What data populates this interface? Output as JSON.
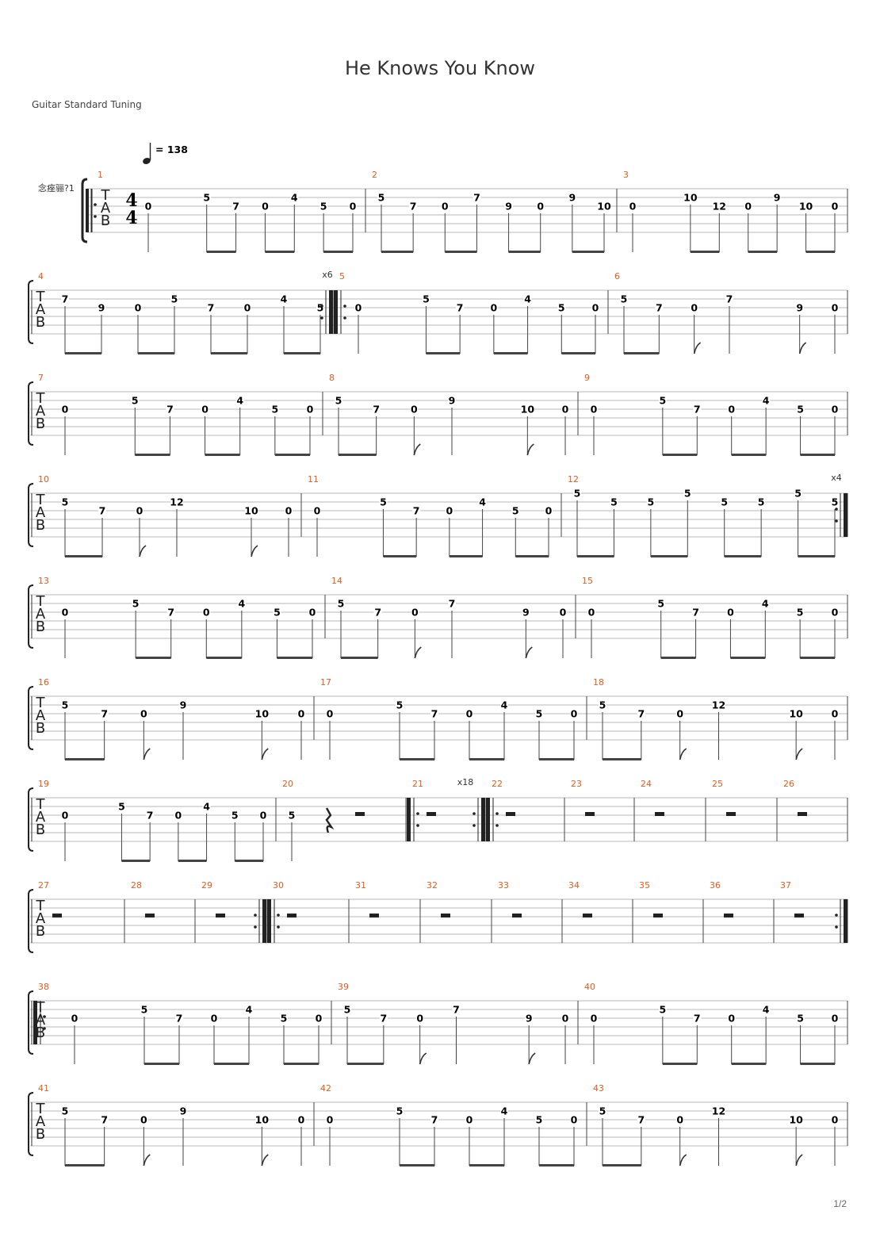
{
  "song": {
    "title": "He Knows You Know",
    "tuning": "Guitar Standard Tuning"
  },
  "tempo": {
    "bpm": "138",
    "label": "= 138"
  },
  "track_name": "念痤骊?1",
  "time_signature": {
    "top": "4",
    "bottom": "4"
  },
  "page_label": "1/2",
  "tab_letters": [
    "T",
    "A",
    "B"
  ],
  "measures": [
    {
      "n": "1",
      "notes": [
        [
          "0",
          3,
          "q"
        ],
        [
          "5",
          2,
          "e"
        ],
        [
          "7",
          3,
          "e"
        ],
        [
          "0",
          3,
          "e"
        ],
        [
          "4",
          2,
          "e"
        ],
        [
          "5",
          3,
          "e"
        ],
        [
          "0",
          3,
          "e"
        ]
      ]
    },
    {
      "n": "2",
      "notes": [
        [
          "5",
          2,
          "e"
        ],
        [
          "7",
          3,
          "e"
        ],
        [
          "0",
          3,
          "e"
        ],
        [
          "7",
          2,
          "e"
        ],
        [
          "9",
          3,
          "e"
        ],
        [
          "0",
          3,
          "e"
        ],
        [
          "9",
          2,
          "e"
        ],
        [
          "10",
          3,
          "e"
        ]
      ]
    },
    {
      "n": "3",
      "notes": [
        [
          "0",
          3,
          "q"
        ],
        [
          "10",
          2,
          "e"
        ],
        [
          "12",
          3,
          "e"
        ],
        [
          "0",
          3,
          "e"
        ],
        [
          "9",
          2,
          "e"
        ],
        [
          "10",
          3,
          "e"
        ],
        [
          "0",
          3,
          "e"
        ]
      ]
    },
    {
      "n": "4",
      "notes": [
        [
          "7",
          2,
          "e"
        ],
        [
          "9",
          3,
          "e"
        ],
        [
          "0",
          3,
          "e"
        ],
        [
          "5",
          2,
          "e"
        ],
        [
          "7",
          3,
          "e"
        ],
        [
          "0",
          3,
          "e"
        ],
        [
          "4",
          2,
          "e"
        ],
        [
          "5",
          3,
          "e"
        ]
      ]
    },
    {
      "n": "5",
      "notes": [
        [
          "0",
          3,
          "q"
        ],
        [
          "5",
          2,
          "e"
        ],
        [
          "7",
          3,
          "e"
        ],
        [
          "0",
          3,
          "e"
        ],
        [
          "4",
          2,
          "e"
        ],
        [
          "5",
          3,
          "e"
        ],
        [
          "0",
          3,
          "e"
        ]
      ]
    },
    {
      "n": "6",
      "notes": [
        [
          "5",
          2,
          "e"
        ],
        [
          "7",
          3,
          "e"
        ],
        [
          "0",
          3,
          "f"
        ],
        [
          "7",
          2,
          "q"
        ],
        [
          "9",
          3,
          "f"
        ],
        [
          "0",
          3,
          "q"
        ]
      ]
    },
    {
      "n": "7",
      "notes": [
        [
          "0",
          3,
          "q"
        ],
        [
          "5",
          2,
          "e"
        ],
        [
          "7",
          3,
          "e"
        ],
        [
          "0",
          3,
          "e"
        ],
        [
          "4",
          2,
          "e"
        ],
        [
          "5",
          3,
          "e"
        ],
        [
          "0",
          3,
          "e"
        ]
      ]
    },
    {
      "n": "8",
      "notes": [
        [
          "5",
          2,
          "e"
        ],
        [
          "7",
          3,
          "e"
        ],
        [
          "0",
          3,
          "f"
        ],
        [
          "9",
          2,
          "q"
        ],
        [
          "10",
          3,
          "f"
        ],
        [
          "0",
          3,
          "q"
        ]
      ]
    },
    {
      "n": "9",
      "notes": [
        [
          "0",
          3,
          "q"
        ],
        [
          "5",
          2,
          "e"
        ],
        [
          "7",
          3,
          "e"
        ],
        [
          "0",
          3,
          "e"
        ],
        [
          "4",
          2,
          "e"
        ],
        [
          "5",
          3,
          "e"
        ],
        [
          "0",
          3,
          "e"
        ]
      ]
    },
    {
      "n": "10",
      "notes": [
        [
          "5",
          2,
          "e"
        ],
        [
          "7",
          3,
          "e"
        ],
        [
          "0",
          3,
          "f"
        ],
        [
          "12",
          2,
          "q"
        ],
        [
          "10",
          3,
          "f"
        ],
        [
          "0",
          3,
          "q"
        ]
      ]
    },
    {
      "n": "11",
      "notes": [
        [
          "0",
          3,
          "q"
        ],
        [
          "5",
          2,
          "e"
        ],
        [
          "7",
          3,
          "e"
        ],
        [
          "0",
          3,
          "e"
        ],
        [
          "4",
          2,
          "e"
        ],
        [
          "5",
          3,
          "e"
        ],
        [
          "0",
          3,
          "e"
        ]
      ]
    },
    {
      "n": "12",
      "notes": [
        [
          "5",
          1,
          "e"
        ],
        [
          "5",
          2,
          "e"
        ],
        [
          "5",
          2,
          "e"
        ],
        [
          "5",
          1,
          "e"
        ],
        [
          "5",
          2,
          "e"
        ],
        [
          "5",
          2,
          "e"
        ],
        [
          "5",
          1,
          "e"
        ],
        [
          "5",
          2,
          "e"
        ]
      ]
    },
    {
      "n": "13",
      "notes": [
        [
          "0",
          3,
          "q"
        ],
        [
          "5",
          2,
          "e"
        ],
        [
          "7",
          3,
          "e"
        ],
        [
          "0",
          3,
          "e"
        ],
        [
          "4",
          2,
          "e"
        ],
        [
          "5",
          3,
          "e"
        ],
        [
          "0",
          3,
          "e"
        ]
      ]
    },
    {
      "n": "14",
      "notes": [
        [
          "5",
          2,
          "e"
        ],
        [
          "7",
          3,
          "e"
        ],
        [
          "0",
          3,
          "f"
        ],
        [
          "7",
          2,
          "q"
        ],
        [
          "9",
          3,
          "f"
        ],
        [
          "0",
          3,
          "q"
        ]
      ]
    },
    {
      "n": "15",
      "notes": [
        [
          "0",
          3,
          "q"
        ],
        [
          "5",
          2,
          "e"
        ],
        [
          "7",
          3,
          "e"
        ],
        [
          "0",
          3,
          "e"
        ],
        [
          "4",
          2,
          "e"
        ],
        [
          "5",
          3,
          "e"
        ],
        [
          "0",
          3,
          "e"
        ]
      ]
    },
    {
      "n": "16",
      "notes": [
        [
          "5",
          2,
          "e"
        ],
        [
          "7",
          3,
          "e"
        ],
        [
          "0",
          3,
          "f"
        ],
        [
          "9",
          2,
          "q"
        ],
        [
          "10",
          3,
          "f"
        ],
        [
          "0",
          3,
          "q"
        ]
      ]
    },
    {
      "n": "17",
      "notes": [
        [
          "0",
          3,
          "q"
        ],
        [
          "5",
          2,
          "e"
        ],
        [
          "7",
          3,
          "e"
        ],
        [
          "0",
          3,
          "e"
        ],
        [
          "4",
          2,
          "e"
        ],
        [
          "5",
          3,
          "e"
        ],
        [
          "0",
          3,
          "e"
        ]
      ]
    },
    {
      "n": "18",
      "notes": [
        [
          "5",
          2,
          "e"
        ],
        [
          "7",
          3,
          "e"
        ],
        [
          "0",
          3,
          "f"
        ],
        [
          "12",
          2,
          "q"
        ],
        [
          "10",
          3,
          "f"
        ],
        [
          "0",
          3,
          "q"
        ]
      ]
    },
    {
      "n": "19",
      "notes": [
        [
          "0",
          3,
          "q"
        ],
        [
          "5",
          2,
          "e"
        ],
        [
          "7",
          3,
          "e"
        ],
        [
          "0",
          3,
          "e"
        ],
        [
          "4",
          2,
          "e"
        ],
        [
          "5",
          3,
          "e"
        ],
        [
          "0",
          3,
          "e"
        ]
      ]
    },
    {
      "n": "20",
      "notes": [
        [
          "5",
          3,
          "q"
        ]
      ],
      "rests": [
        "quarter",
        "half"
      ]
    },
    {
      "n": "21",
      "notes": [],
      "rests": [
        "whole"
      ]
    },
    {
      "n": "22",
      "notes": [],
      "rests": [
        "whole"
      ]
    },
    {
      "n": "23",
      "notes": [],
      "rests": [
        "whole"
      ]
    },
    {
      "n": "24",
      "notes": [],
      "rests": [
        "whole"
      ]
    },
    {
      "n": "25",
      "notes": [],
      "rests": [
        "whole"
      ]
    },
    {
      "n": "26",
      "notes": [],
      "rests": [
        "whole"
      ]
    },
    {
      "n": "27",
      "notes": [],
      "rests": [
        "whole"
      ]
    },
    {
      "n": "28",
      "notes": [],
      "rests": [
        "whole"
      ]
    },
    {
      "n": "29",
      "notes": [],
      "rests": [
        "whole"
      ]
    },
    {
      "n": "30",
      "notes": [],
      "rests": [
        "whole"
      ]
    },
    {
      "n": "31",
      "notes": [],
      "rests": [
        "whole"
      ]
    },
    {
      "n": "32",
      "notes": [],
      "rests": [
        "whole"
      ]
    },
    {
      "n": "33",
      "notes": [],
      "rests": [
        "whole"
      ]
    },
    {
      "n": "34",
      "notes": [],
      "rests": [
        "whole"
      ]
    },
    {
      "n": "35",
      "notes": [],
      "rests": [
        "whole"
      ]
    },
    {
      "n": "36",
      "notes": [],
      "rests": [
        "whole"
      ]
    },
    {
      "n": "37",
      "notes": [],
      "rests": [
        "whole"
      ]
    },
    {
      "n": "38",
      "notes": [
        [
          "0",
          3,
          "q"
        ],
        [
          "5",
          2,
          "e"
        ],
        [
          "7",
          3,
          "e"
        ],
        [
          "0",
          3,
          "e"
        ],
        [
          "4",
          2,
          "e"
        ],
        [
          "5",
          3,
          "e"
        ],
        [
          "0",
          3,
          "e"
        ]
      ]
    },
    {
      "n": "39",
      "notes": [
        [
          "5",
          2,
          "e"
        ],
        [
          "7",
          3,
          "e"
        ],
        [
          "0",
          3,
          "f"
        ],
        [
          "7",
          2,
          "q"
        ],
        [
          "9",
          3,
          "f"
        ],
        [
          "0",
          3,
          "q"
        ]
      ]
    },
    {
      "n": "40",
      "notes": [
        [
          "0",
          3,
          "q"
        ],
        [
          "5",
          2,
          "e"
        ],
        [
          "7",
          3,
          "e"
        ],
        [
          "0",
          3,
          "e"
        ],
        [
          "4",
          2,
          "e"
        ],
        [
          "5",
          3,
          "e"
        ],
        [
          "0",
          3,
          "e"
        ]
      ]
    },
    {
      "n": "41",
      "notes": [
        [
          "5",
          2,
          "e"
        ],
        [
          "7",
          3,
          "e"
        ],
        [
          "0",
          3,
          "f"
        ],
        [
          "9",
          2,
          "q"
        ],
        [
          "10",
          3,
          "f"
        ],
        [
          "0",
          3,
          "q"
        ]
      ]
    },
    {
      "n": "42",
      "notes": [
        [
          "0",
          3,
          "q"
        ],
        [
          "5",
          2,
          "e"
        ],
        [
          "7",
          3,
          "e"
        ],
        [
          "0",
          3,
          "e"
        ],
        [
          "4",
          2,
          "e"
        ],
        [
          "5",
          3,
          "e"
        ],
        [
          "0",
          3,
          "e"
        ]
      ]
    },
    {
      "n": "43",
      "notes": [
        [
          "5",
          2,
          "e"
        ],
        [
          "7",
          3,
          "e"
        ],
        [
          "0",
          3,
          "f"
        ],
        [
          "12",
          2,
          "q"
        ],
        [
          "10",
          3,
          "f"
        ],
        [
          "0",
          3,
          "q"
        ]
      ]
    }
  ],
  "repeat_counts": [
    {
      "label": "x6",
      "after_measure": "4"
    },
    {
      "label": "x4",
      "after_measure": "12"
    },
    {
      "label": "x18",
      "after_measure": "21"
    }
  ]
}
